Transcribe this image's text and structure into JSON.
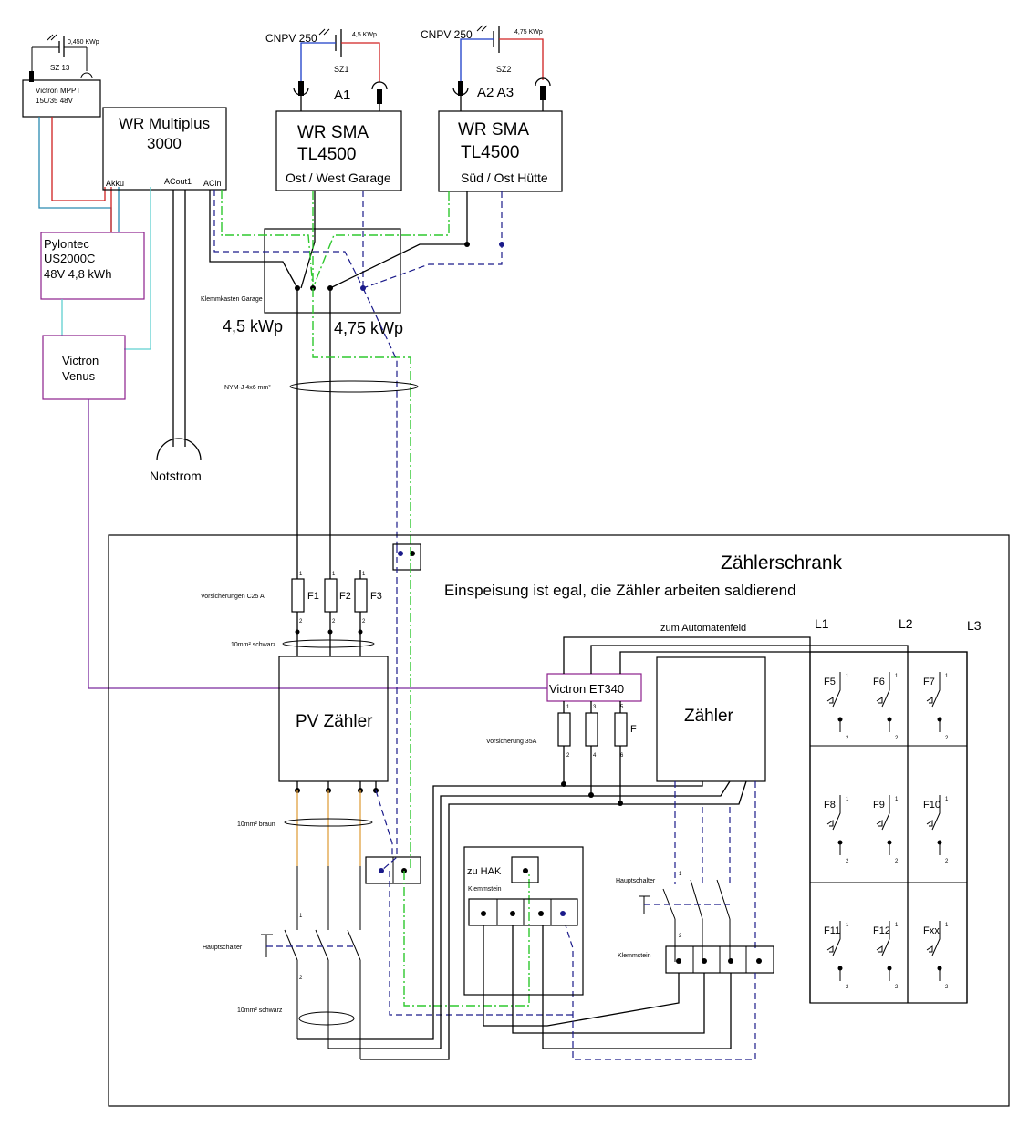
{
  "labels": {
    "sz13_power": "0,450 KWp",
    "sz13": "SZ 13",
    "mppt_line1": "Victron MPPT",
    "mppt_line2": "150/35 48V",
    "multiplus_line1": "WR Multiplus",
    "multiplus_line2": "3000",
    "akku": "Akku",
    "acout1": "ACout1",
    "acin": "ACin",
    "cnpv_1": "CNPV 250",
    "sz1_power": "4,5 KWp",
    "sz1": "SZ1",
    "a1": "A1",
    "cnpv_2": "CNPV 250",
    "sz2_power": "4,75 KWp",
    "sz2": "SZ2",
    "a2a3": "A2  A3",
    "sma1_line1": "WR SMA",
    "sma1_line2": "TL4500",
    "sma1_line3": "Ost / West Garage",
    "sma2_line1": "WR SMA",
    "sma2_line2": "TL4500",
    "sma2_line3": "Süd / Ost Hütte",
    "pylontec_line1": "Pylontec",
    "pylontec_line2": "US2000C",
    "pylontec_line3": "48V 4,8 kWh",
    "venus_line1": "Victron",
    "venus_line2": "Venus",
    "notstrom": "Notstrom",
    "klemmkasten": "Klemmkasten Garage",
    "kwp_45": "4,5 kWp",
    "kwp_475": "4,75 kWp",
    "nym": "NYM-J 4x6 mm²",
    "zaehlerschrank": "Zählerschrank",
    "einspeisung": "Einspeisung ist egal, die Zähler arbeiten saldierend",
    "vorsicherungen": "Vorsicherungen C25 A",
    "f1": "F1",
    "f2": "F2",
    "f3": "F3",
    "cable_10_schwarz_top": "10mm² schwarz",
    "pv_zaehler": "PV Zähler",
    "cable_10_braun": "10mm² braun",
    "hauptschalter_left": "Hauptschalter",
    "cable_10_schwarz_bottom": "10mm² schwarz",
    "zum_automatenfeld": "zum Automatenfeld",
    "l1": "L1",
    "l2": "L2",
    "l3": "L3",
    "victron_et340": "Victron ET340",
    "vorsicherung_35a": "Vorsicherung 35A",
    "f": "F",
    "zaehler": "Zähler",
    "zu_hak": "zu HAK",
    "klemmstein_hak": "Klemmstein",
    "hauptschalter_right": "Hauptschalter",
    "klemmstein_right": "Klemmstein",
    "breakers": [
      "F5",
      "F6",
      "F7",
      "F8",
      "F9",
      "F10",
      "F11",
      "F12",
      "Fxx"
    ],
    "term_1": "1",
    "term_2": "2",
    "term_3": "3",
    "term_4": "4",
    "term_5": "5",
    "term_6": "6"
  },
  "colors": {
    "red": "#d02020",
    "blue": "#1a3cc8",
    "cyan": "#5fd0d0",
    "purple": "#7a2a9e",
    "green_pe": "#2ec82e",
    "orange": "#e0a040",
    "neutral_dashed": "#1a1a8a"
  }
}
